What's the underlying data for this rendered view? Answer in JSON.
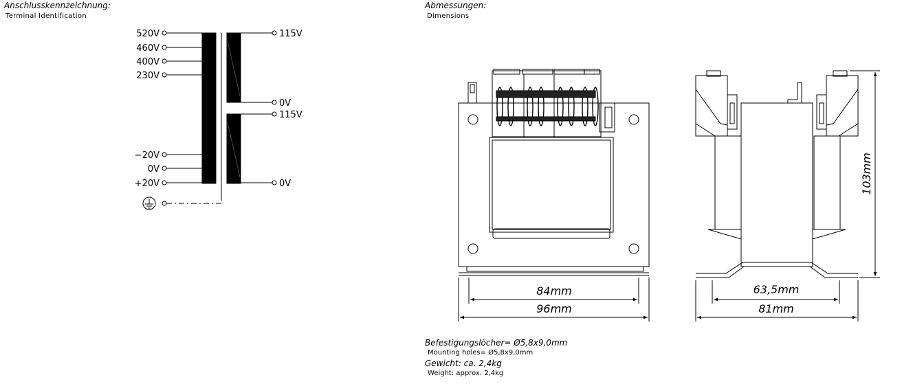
{
  "terminal_section": {
    "title_de": "Anschlusskennzeichnung:",
    "title_en": "Terminal  Identification",
    "primary_taps": [
      "520V",
      "460V",
      "400V",
      "230V",
      "−20V",
      "0V",
      "+20V"
    ],
    "secondary_1": {
      "top": "115V",
      "bottom": "0V"
    },
    "secondary_2": {
      "top": "115V",
      "bottom": "0V"
    },
    "ground_icon": "protective-earth-icon"
  },
  "dimensions_section": {
    "title_de": "Abmessungen:",
    "title_en": "Dimensions",
    "front_inner_width": "84mm",
    "front_outer_width": "96mm",
    "side_inner_width": "63,5mm",
    "side_outer_width": "81mm",
    "height": "103mm"
  },
  "notes": {
    "mounting_de": "Befestigungslöcher= Ø5,8x9,0mm",
    "mounting_en": "Mounting  holes=  Ø5,8x9,0mm",
    "weight_de": "Gewicht: ca. 2,4kg",
    "weight_en": "Weight:  approx.  2,4kg"
  }
}
